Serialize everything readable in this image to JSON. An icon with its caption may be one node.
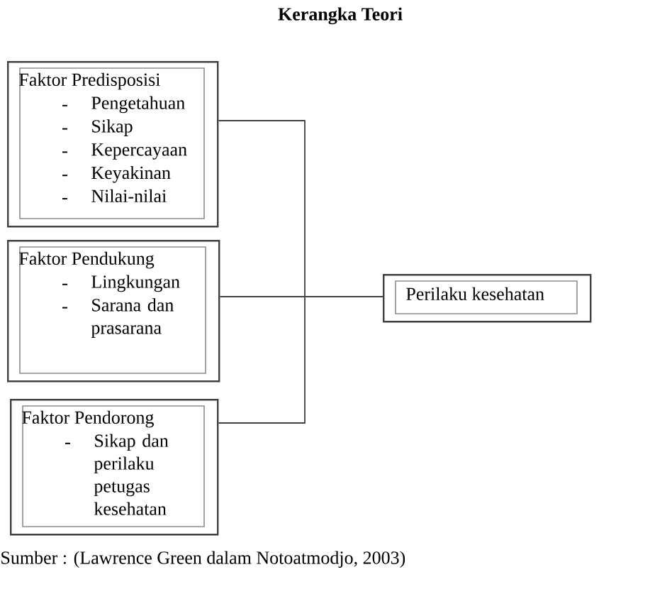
{
  "diagram": {
    "title": "Kerangka Teori",
    "caption": "Sumber : (Lawrence Green dalam Notoatmodjo, 2003)",
    "nodes": [
      {
        "text": [
          "Faktor Predisposisi",
          "Pengetahuan",
          "Sikap",
          "Kepercayaan",
          "Keyakinan",
          "Nilai-nilai"
        ]
      },
      {
        "text": [
          "Faktor Pendukung",
          "Lingkungan",
          "Sarana dan prasarana"
        ]
      },
      {
        "text": [
          "Faktor Pendorong",
          "Sikap dan perilaku petugas kesehatan"
        ]
      },
      {
        "text": [
          "Perilaku kesehatan"
        ]
      }
    ],
    "edges": [
      {
        "from": 0,
        "to": 3,
        "arrow": "none"
      },
      {
        "from": 1,
        "to": 3,
        "arrow": "none"
      },
      {
        "from": 2,
        "to": 3,
        "arrow": "none"
      }
    ]
  }
}
